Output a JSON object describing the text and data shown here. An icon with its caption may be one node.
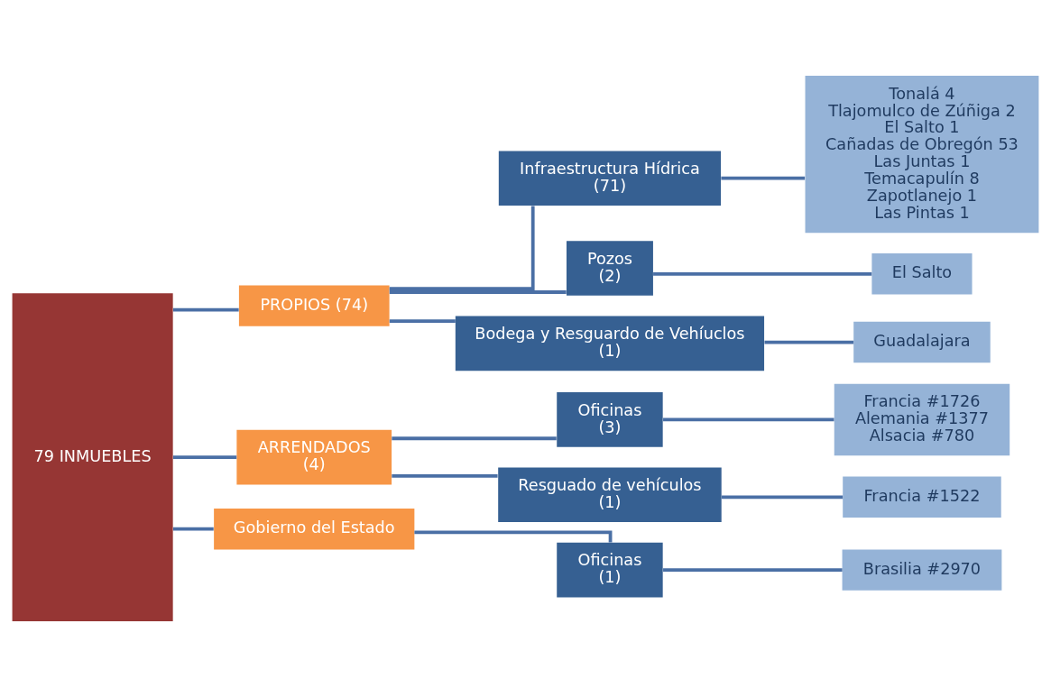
{
  "diagram": {
    "nodes": [
      {
        "text": [
          "79 INMUEBLES"
        ]
      },
      {
        "text": [
          "PROPIOS (74)"
        ]
      },
      {
        "text": [
          "Infraestructura Hídrica",
          "(71)"
        ]
      },
      {
        "text": [
          "Tonalá 4",
          "Tlajomulco de Zúñiga 2",
          "El Salto 1",
          "Cañadas de Obregón 53",
          "Las Juntas 1",
          "Temacapulín 8",
          "Zapotlanejo 1",
          "Las Pintas 1"
        ]
      },
      {
        "text": [
          "Pozos",
          "(2)"
        ]
      },
      {
        "text": [
          "El Salto"
        ]
      },
      {
        "text": [
          "Bodega y Resguardo de Vehíuclos",
          "(1)"
        ]
      },
      {
        "text": [
          "Guadalajara"
        ]
      },
      {
        "text": [
          "ARRENDADOS",
          "(4)"
        ]
      },
      {
        "text": [
          "Oficinas",
          "(3)"
        ]
      },
      {
        "text": [
          "Francia #1726",
          "Alemania #1377",
          "Alsacia #780"
        ]
      },
      {
        "text": [
          "Resguado de vehículos",
          "(1)"
        ]
      },
      {
        "text": [
          "Francia #1522"
        ]
      },
      {
        "text": [
          "Gobierno del Estado"
        ]
      },
      {
        "text": [
          "Oficinas",
          "(1)"
        ]
      },
      {
        "text": [
          "Brasilia #2970"
        ]
      }
    ],
    "edges": [
      {
        "from": 0,
        "to": 1,
        "arrow": "none"
      },
      {
        "from": 0,
        "to": 8,
        "arrow": "none"
      },
      {
        "from": 0,
        "to": 13,
        "arrow": "none"
      },
      {
        "from": 1,
        "to": 2,
        "arrow": "none"
      },
      {
        "from": 1,
        "to": 4,
        "arrow": "none"
      },
      {
        "from": 1,
        "to": 6,
        "arrow": "none"
      },
      {
        "from": 2,
        "to": 3,
        "arrow": "none"
      },
      {
        "from": 4,
        "to": 5,
        "arrow": "none"
      },
      {
        "from": 6,
        "to": 7,
        "arrow": "none"
      },
      {
        "from": 8,
        "to": 9,
        "arrow": "none"
      },
      {
        "from": 8,
        "to": 11,
        "arrow": "none"
      },
      {
        "from": 9,
        "to": 10,
        "arrow": "none"
      },
      {
        "from": 11,
        "to": 12,
        "arrow": "none"
      },
      {
        "from": 13,
        "to": 14,
        "arrow": "none"
      },
      {
        "from": 14,
        "to": 15,
        "arrow": "none"
      }
    ]
  }
}
